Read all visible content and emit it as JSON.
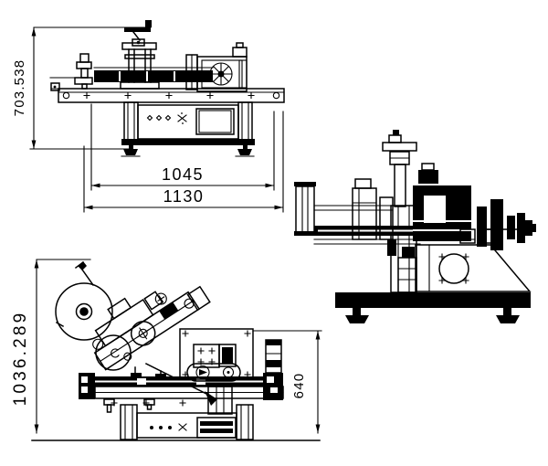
{
  "canvas": {
    "background_color": "#ffffff",
    "line_color": "#000000",
    "kind": "engineering drawing, three orthographic views of a labeling machine"
  },
  "views": {
    "front": {
      "dims": {
        "height": {
          "value": "703.538",
          "orientation": "vertical"
        },
        "inner_width": {
          "value": "1045",
          "orientation": "horizontal"
        },
        "overall_width": {
          "value": "1130",
          "orientation": "horizontal"
        }
      }
    },
    "end": {
      "dims": {}
    },
    "side": {
      "dims": {
        "overall_height": {
          "value": "1036.289",
          "orientation": "vertical"
        },
        "deck_height": {
          "value": "640",
          "orientation": "vertical"
        }
      }
    }
  }
}
